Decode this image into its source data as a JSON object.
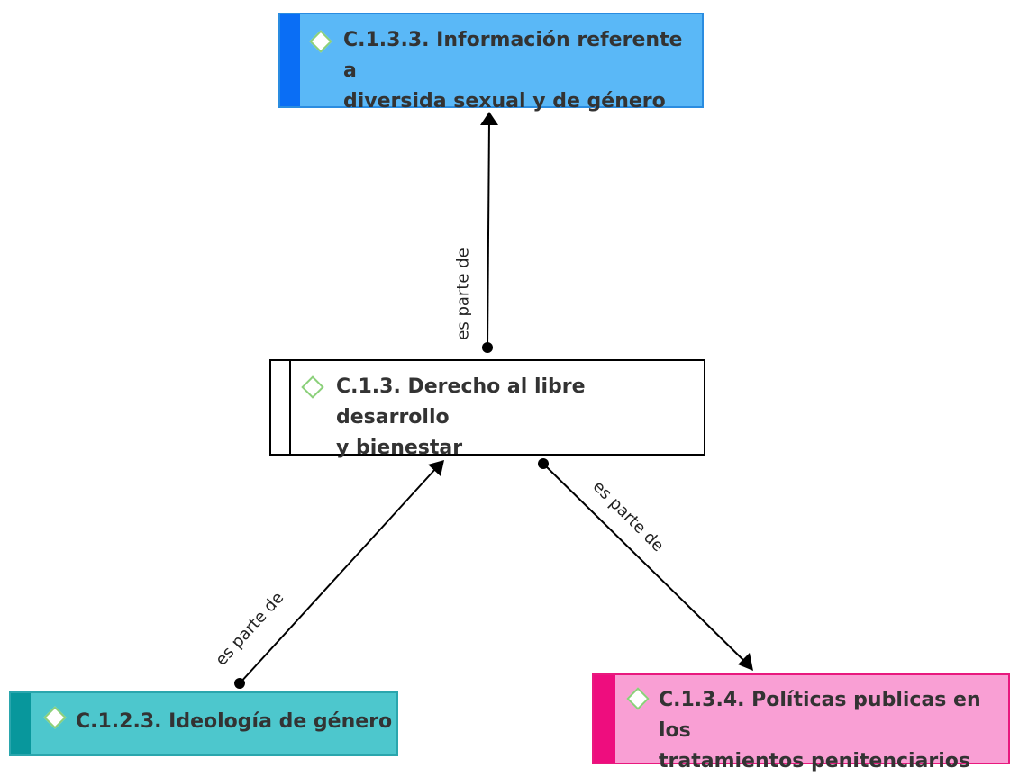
{
  "nodes": {
    "top": {
      "label_line1": "C.1.3.3. Información referente a",
      "label_line2": "diversida sexual y de género",
      "icon": "diamond-icon"
    },
    "center": {
      "label_line1": "C.1.3. Derecho al libre desarrollo",
      "label_line2": "y bienestar",
      "icon": "diamond-icon"
    },
    "left": {
      "label_line1": "C.1.2.3. Ideología de género",
      "icon": "diamond-icon"
    },
    "right": {
      "label_line1": "C.1.3.4. Políticas publicas en los",
      "label_line2": "tratamientos penitenciarios",
      "icon": "diamond-icon"
    }
  },
  "edges": {
    "center_to_top": {
      "label": "es parte de"
    },
    "left_to_center": {
      "label": "es parte de"
    },
    "center_to_right": {
      "label": "es parte de"
    }
  },
  "colors": {
    "top_fill": "#5ab8f7",
    "top_bar": "#0a6ef5",
    "left_fill": "#4dc7cd",
    "left_bar": "#08979c",
    "right_fill": "#f99fd4",
    "right_bar": "#ee0d7e",
    "diamond_outline": "#8bd07a"
  }
}
